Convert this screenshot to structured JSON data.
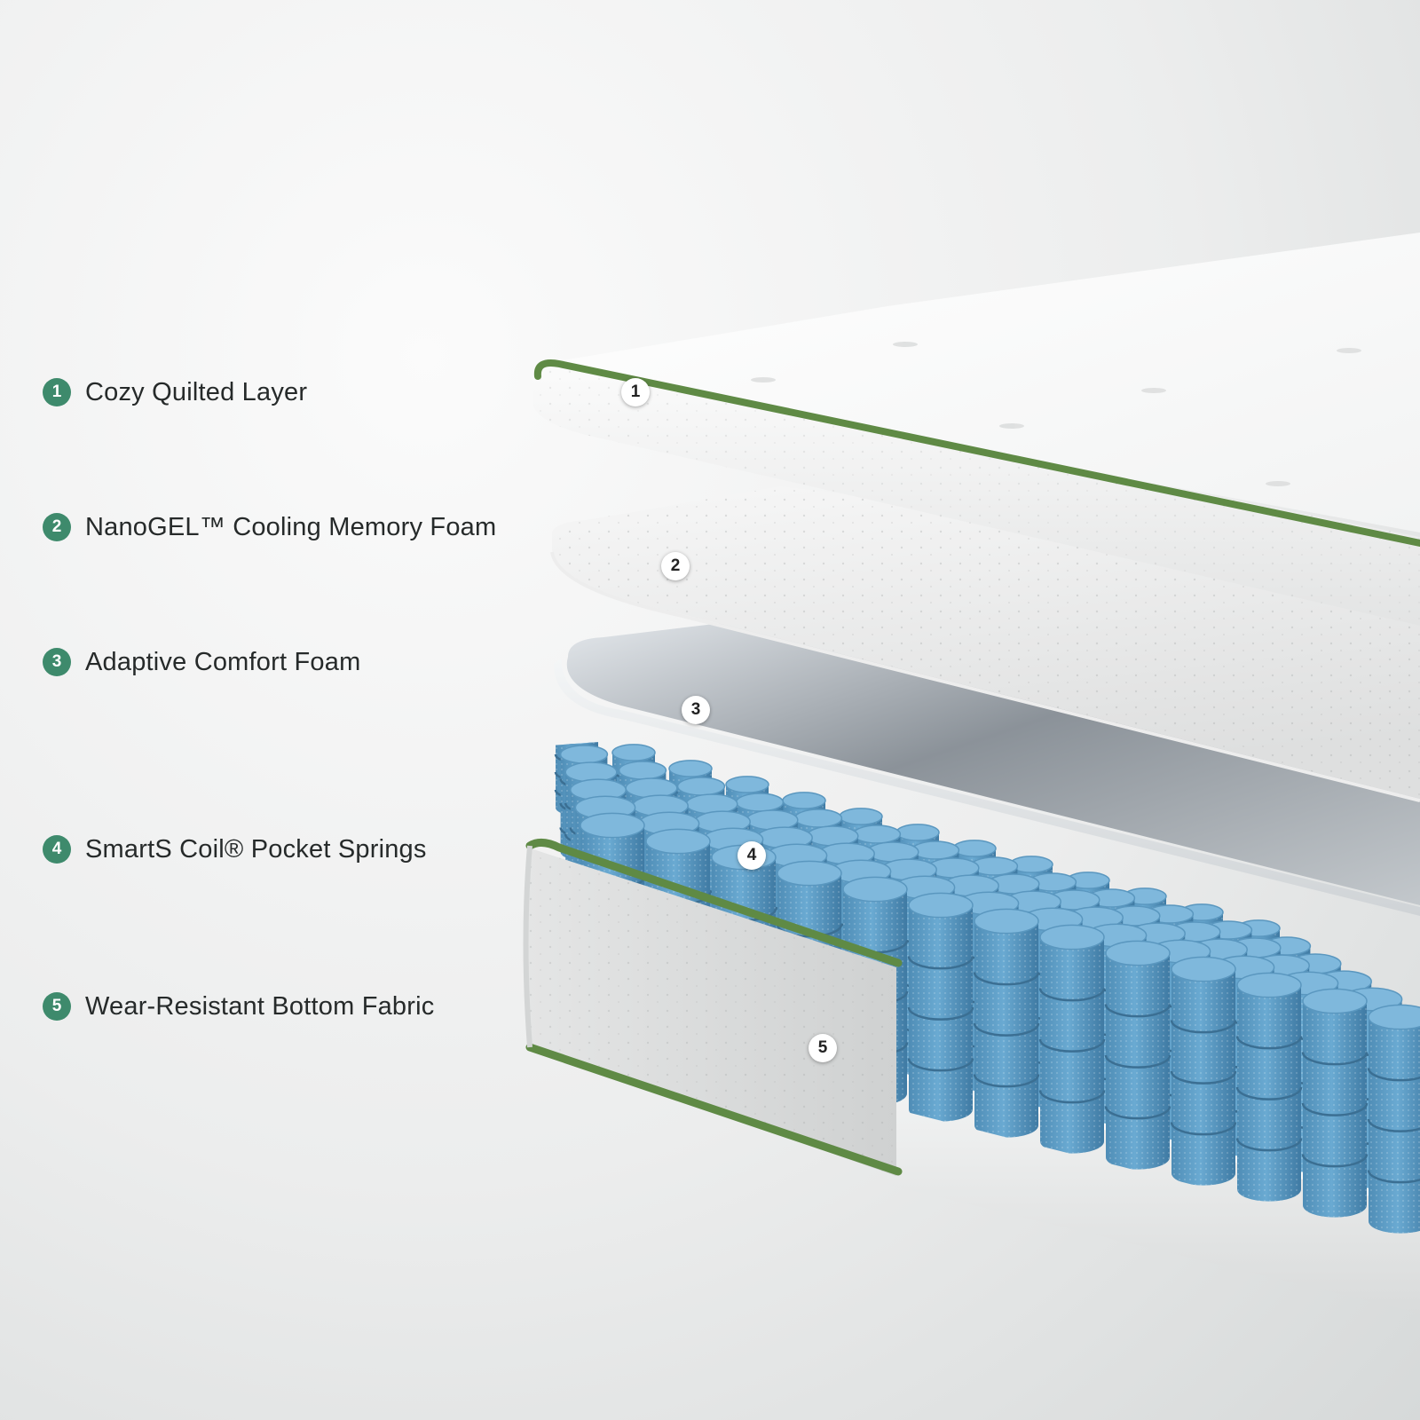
{
  "colors": {
    "accent_green": "#3e8a6c",
    "piping_green": "#5f8a45",
    "coil_blue": "#5c9cc4"
  },
  "layers": [
    {
      "number": "1",
      "label": "Cozy Quilted Layer"
    },
    {
      "number": "2",
      "label": "NanoGEL™ Cooling Memory Foam"
    },
    {
      "number": "3",
      "label": "Adaptive Comfort Foam"
    },
    {
      "number": "4",
      "label": "SmartS Coil® Pocket Springs"
    },
    {
      "number": "5",
      "label": "Wear-Resistant Bottom Fabric"
    }
  ]
}
